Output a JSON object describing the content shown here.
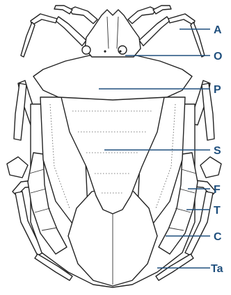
{
  "diagram": {
    "labels": [
      {
        "id": "antenna",
        "text": "A"
      },
      {
        "id": "ocellus",
        "text": "O"
      },
      {
        "id": "pronotum",
        "text": "P"
      },
      {
        "id": "scutellum",
        "text": "S"
      },
      {
        "id": "femur",
        "text": "F"
      },
      {
        "id": "tibia",
        "text": "T"
      },
      {
        "id": "connexivum",
        "text": "C"
      },
      {
        "id": "tarsus",
        "text": "Ta"
      }
    ]
  }
}
